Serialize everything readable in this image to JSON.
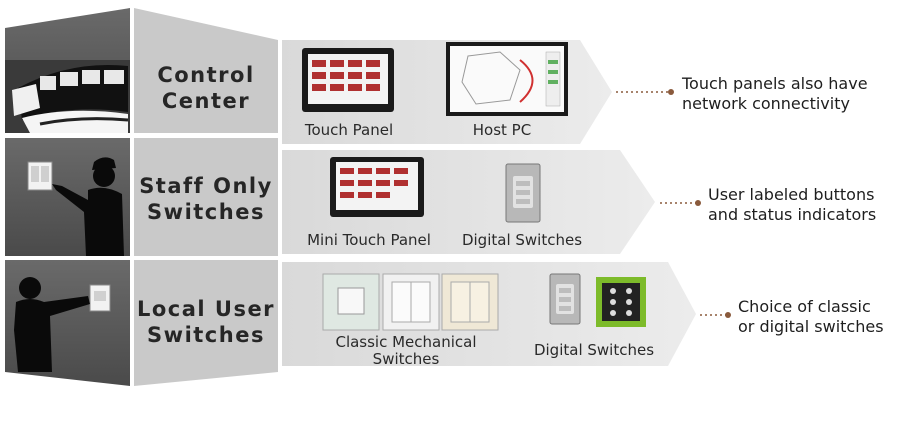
{
  "rows": [
    {
      "title_line1": "Control",
      "title_line2": "Center",
      "devices": [
        "Touch Panel",
        "Host PC"
      ],
      "note_line1": "Touch panels also have",
      "note_line2": "network connectivity"
    },
    {
      "title_line1": "Staff Only",
      "title_line2": "Switches",
      "devices": [
        "Mini Touch Panel",
        "Digital Switches"
      ],
      "note_line1": "User labeled buttons",
      "note_line2": "and status indicators"
    },
    {
      "title_line1": "Local User",
      "title_line2": "Switches",
      "devices": [
        "Classic Mechanical Switches",
        "Digital Switches"
      ],
      "device0_line1": "Classic Mechanical",
      "device0_line2": "Switches",
      "note_line1": "Choice of classic",
      "note_line2": "or digital switches"
    }
  ],
  "colors": {
    "photo_panel": "#5b5b5b",
    "title_panel": "#c9c9c9",
    "arrow_panel": "#e3e3e3",
    "leader_dot": "#8a5a3c"
  }
}
